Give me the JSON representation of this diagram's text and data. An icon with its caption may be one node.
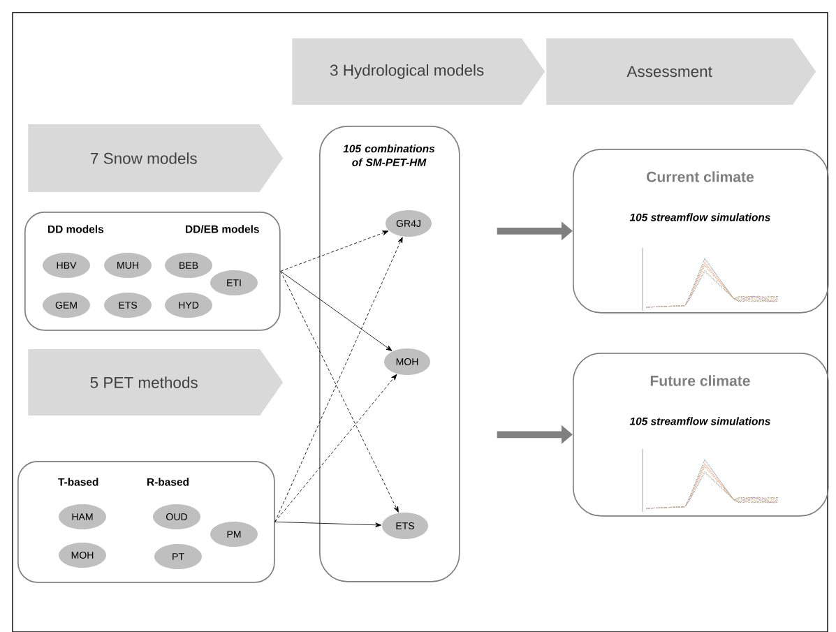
{
  "diagram": {
    "nodes": [
      {
        "text": [
          "3 Hydrological models"
        ]
      },
      {
        "text": [
          "Assessment"
        ]
      },
      {
        "text": [
          "7 Snow models"
        ]
      },
      {
        "text": [
          "DD models",
          "DD/EB models"
        ]
      },
      {
        "text": [
          "HBV"
        ],
        "in": 3
      },
      {
        "text": [
          "MUH"
        ],
        "in": 3
      },
      {
        "text": [
          "BEB"
        ],
        "in": 3
      },
      {
        "text": [
          "ETI"
        ],
        "in": 3
      },
      {
        "text": [
          "GEM"
        ],
        "in": 3
      },
      {
        "text": [
          "ETS"
        ],
        "in": 3
      },
      {
        "text": [
          "HYD"
        ],
        "in": 3
      },
      {
        "text": [
          "5 PET methods"
        ]
      },
      {
        "text": [
          "T-based",
          "R-based"
        ]
      },
      {
        "text": [
          "HAM"
        ],
        "in": 12
      },
      {
        "text": [
          "OUD"
        ],
        "in": 12
      },
      {
        "text": [
          "PM"
        ],
        "in": 12
      },
      {
        "text": [
          "MOH"
        ],
        "in": 12
      },
      {
        "text": [
          "PT"
        ],
        "in": 12
      },
      {
        "text": [
          "105 combinations of SM-PET-HM"
        ]
      },
      {
        "text": [
          "GR4J"
        ],
        "in": 18
      },
      {
        "text": [
          "MOH"
        ],
        "in": 18
      },
      {
        "text": [
          "ETS"
        ],
        "in": 18
      },
      {
        "text": [
          "Current climate",
          "105 streamflow simulations"
        ]
      },
      {
        "text": [
          "Future climate",
          "105 streamflow simulations"
        ]
      }
    ],
    "edges": [
      {
        "from": 3,
        "to": 19,
        "arrow": "to",
        "style": "dashed"
      },
      {
        "from": 3,
        "to": 20,
        "arrow": "to"
      },
      {
        "from": 3,
        "to": 21,
        "arrow": "to",
        "style": "dashed"
      },
      {
        "from": 12,
        "to": 19,
        "arrow": "to",
        "style": "dashed"
      },
      {
        "from": 12,
        "to": 20,
        "arrow": "to",
        "style": "dashed"
      },
      {
        "from": 12,
        "to": 21,
        "arrow": "to"
      },
      {
        "from": 18,
        "to": 22,
        "arrow": "to",
        "style": "thick",
        "color": "#7f7f7f"
      },
      {
        "from": 18,
        "to": 23,
        "arrow": "to",
        "style": "thick",
        "color": "#7f7f7f"
      }
    ]
  }
}
